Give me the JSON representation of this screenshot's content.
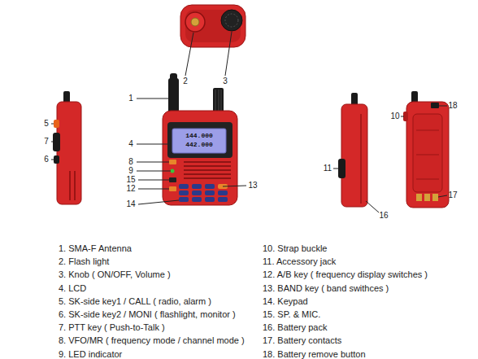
{
  "diagram": {
    "labels": [
      "1",
      "2",
      "3",
      "4",
      "5",
      "6",
      "7",
      "8",
      "9",
      "10",
      "11",
      "12",
      "13",
      "14",
      "15",
      "16",
      "17",
      "18",
      "144.000",
      "442.000",
      "1. SMA-F Antenna",
      "2. Flash light",
      "3. Knob ( ON/OFF, Volume )",
      "4. LCD",
      "5. SK-side key1 / CALL ( radio, alarm )",
      "6. SK-side key2 / MONI ( flashlight, monitor )",
      "7. PTT key ( Push-to-Talk )",
      "8. VFO/MR ( frequency mode / channel mode )",
      "9. LED indicator",
      "10. Strap buckle",
      "11. Accessory jack",
      "12. A/B key ( frequency display switches )",
      "13. BAND key ( band swithces )",
      "14. Keypad",
      "15. SP. & MIC.",
      "16. Battery pack",
      "17. Battery contacts",
      "18. Battery remove button"
    ]
  }
}
